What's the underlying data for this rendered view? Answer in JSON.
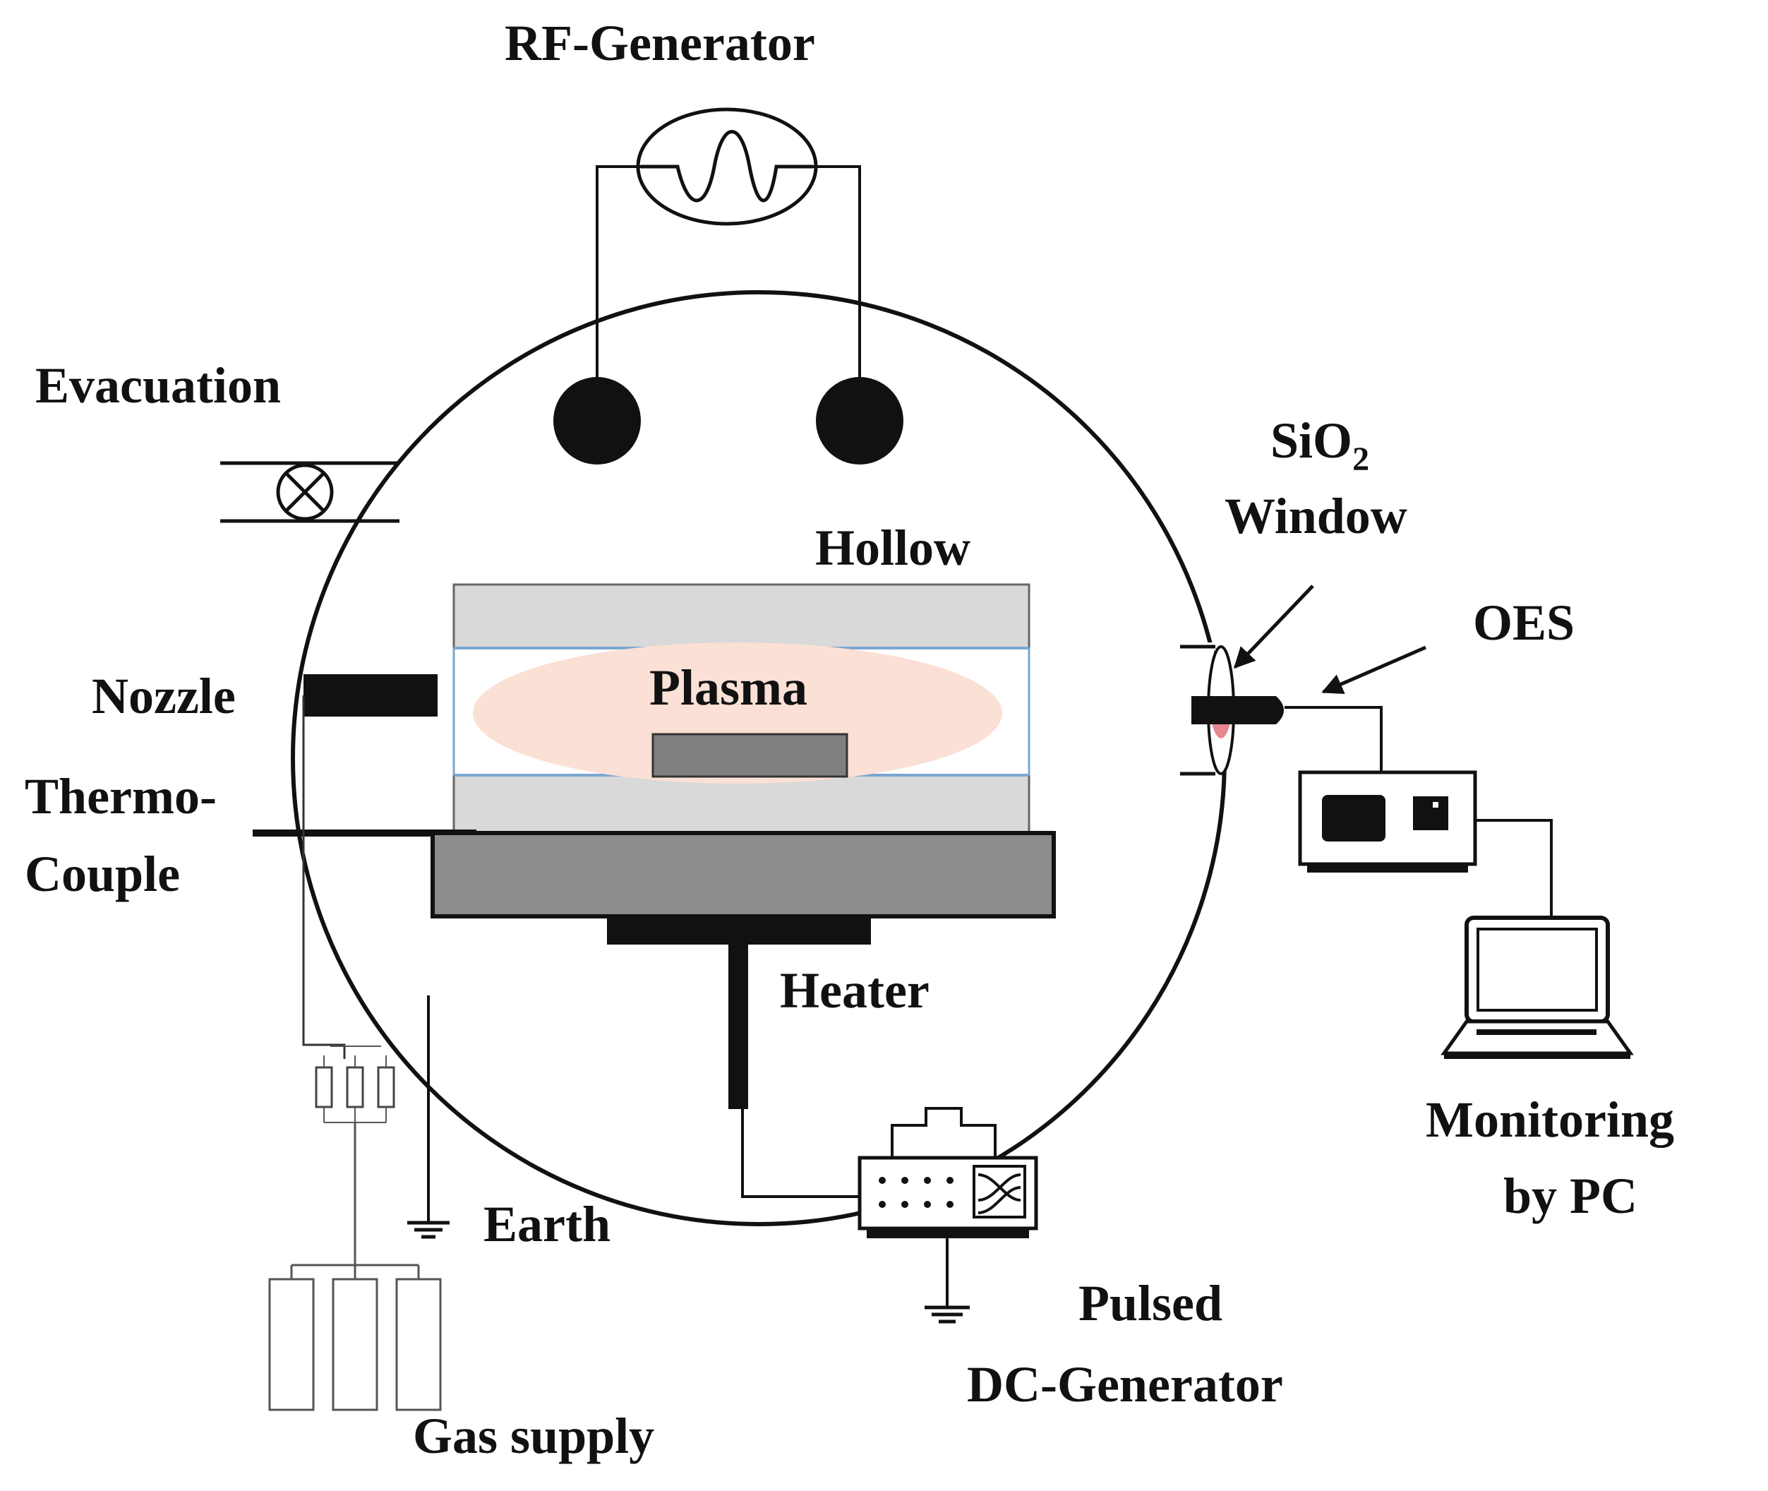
{
  "labels": {
    "rf_generator": "RF-Generator",
    "evacuation": "Evacuation",
    "sio2_prefix": "SiO",
    "sio2_subscript": "2",
    "window": "Window",
    "hollow": "Hollow",
    "oes": "OES",
    "nozzle": "Nozzle",
    "plasma": "Plasma",
    "thermo_line1": "Thermo-",
    "thermo_line2": "Couple",
    "heater": "Heater",
    "monitoring_line1": "Monitoring",
    "monitoring_line2": "by PC",
    "earth": "Earth",
    "pulsed_line1": "Pulsed",
    "pulsed_line2": "DC-Generator",
    "gas_supply": "Gas supply"
  },
  "colors": {
    "line": "#111111",
    "electrode_plate": "#d9d9d9",
    "plate_border": "#666666",
    "hollow_edge": "#7aa7cf",
    "plasma_glow": "#fbe0d6",
    "substrate": "#808080",
    "heater_block": "#8c8c8c",
    "window_tint": "#e8868e"
  }
}
